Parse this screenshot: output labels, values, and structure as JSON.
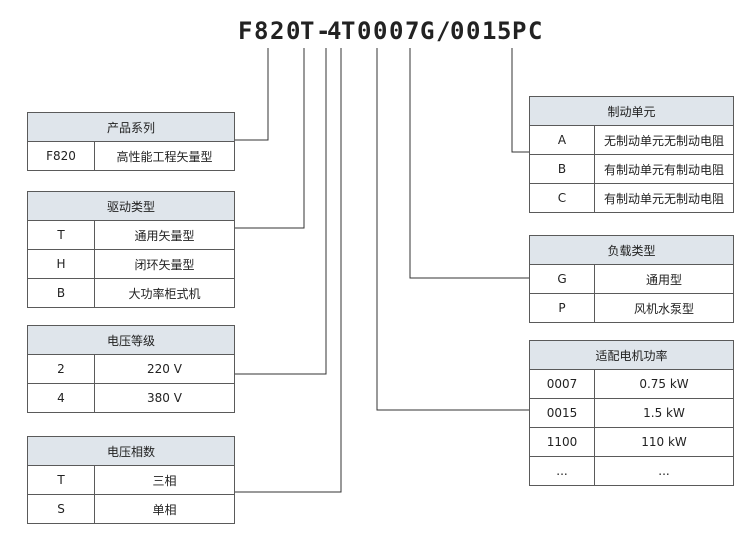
{
  "model_code": [
    "F",
    "8",
    "2",
    "0",
    "T",
    "-",
    "4",
    "T",
    "0",
    "0",
    "0",
    "7",
    "G",
    "/",
    "0",
    "0",
    "1",
    "5",
    "P",
    "C"
  ],
  "tables": {
    "product_series": {
      "title": "产品系列",
      "rows": [
        [
          "F820",
          "高性能工程矢量型"
        ]
      ]
    },
    "drive_type": {
      "title": "驱动类型",
      "rows": [
        [
          "T",
          "通用矢量型"
        ],
        [
          "H",
          "闭环矢量型"
        ],
        [
          "B",
          "大功率柜式机"
        ]
      ]
    },
    "voltage_level": {
      "title": "电压等级",
      "rows": [
        [
          "2",
          "220 V"
        ],
        [
          "4",
          "380 V"
        ]
      ]
    },
    "voltage_phase": {
      "title": "电压相数",
      "rows": [
        [
          "T",
          "三相"
        ],
        [
          "S",
          "单相"
        ]
      ]
    },
    "brake_unit": {
      "title": "制动单元",
      "rows": [
        [
          "A",
          "无制动单元无制动电阻"
        ],
        [
          "B",
          "有制动单元有制动电阻"
        ],
        [
          "C",
          "有制动单元无制动电阻"
        ]
      ]
    },
    "load_type": {
      "title": "负载类型",
      "rows": [
        [
          "G",
          "通用型"
        ],
        [
          "P",
          "风机水泵型"
        ]
      ]
    },
    "motor_power": {
      "title": "适配电机功率",
      "rows": [
        [
          "0007",
          "0.75 kW"
        ],
        [
          "0015",
          "1.5 kW"
        ],
        [
          "1100",
          "110 kW"
        ],
        [
          "...",
          "..."
        ]
      ]
    }
  }
}
